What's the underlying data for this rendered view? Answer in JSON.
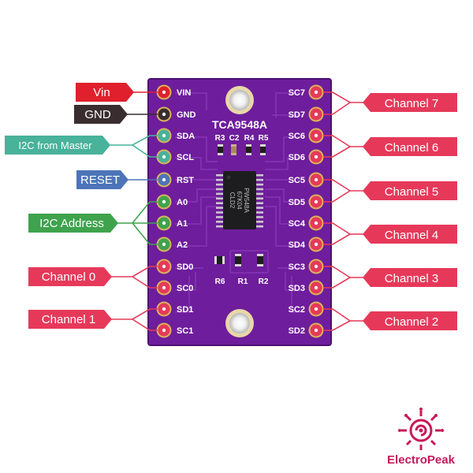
{
  "board": {
    "chip_name": "TCA9548A",
    "ic_marking": [
      "PW548A",
      "67K04",
      "CLD2"
    ],
    "top_resistors": [
      "R3",
      "C2",
      "R4",
      "R5"
    ],
    "bottom_resistors": [
      "R6",
      "R1",
      "R2"
    ]
  },
  "left_pins": [
    "VIN",
    "GND",
    "SDA",
    "SCL",
    "RST",
    "A0",
    "A1",
    "A2",
    "SD0",
    "SC0",
    "SD1",
    "SC1"
  ],
  "right_pins": [
    "SC7",
    "SD7",
    "SC6",
    "SD6",
    "SC5",
    "SD5",
    "SC4",
    "SD4",
    "SC3",
    "SD3",
    "SC2",
    "SD2"
  ],
  "left_labels": {
    "vin": "Vin",
    "gnd": "GND",
    "i2c_master": "I2C from Master",
    "reset": "RESET",
    "i2c_address": "I2C Address",
    "ch0": "Channel 0",
    "ch1": "Channel 1"
  },
  "right_labels": {
    "ch7": "Channel 7",
    "ch6": "Channel 6",
    "ch5": "Channel 5",
    "ch4": "Channel 4",
    "ch3": "Channel 3",
    "ch2": "Channel 2"
  },
  "logo": {
    "text": "ElectroPeak"
  },
  "colors": {
    "board": "#6e1d9c",
    "vin": "#e0202c",
    "gnd": "#3a2d30",
    "i2c": "#48b29a",
    "reset": "#4d74b8",
    "address": "#3fa34d",
    "channel": "#e6395a",
    "logo": "#c8195a"
  }
}
